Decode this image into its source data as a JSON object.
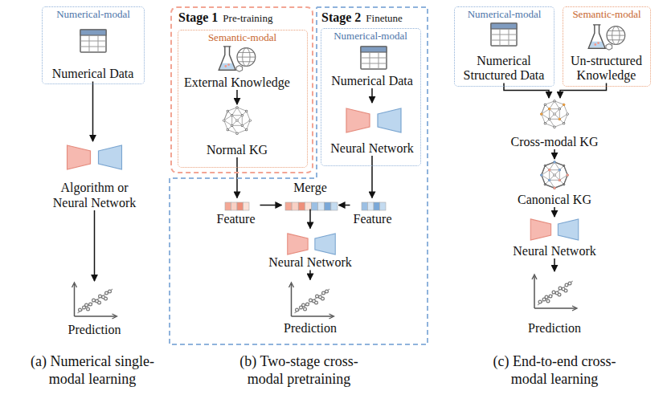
{
  "diagram": {
    "nodes": [
      {
        "text": [
          "Numerical-modal"
        ]
      },
      {
        "text": [
          "Numerical Data"
        ],
        "in": 0
      },
      {
        "text": [
          "Algorithm or Neural Network"
        ]
      },
      {
        "text": [
          "Prediction"
        ]
      },
      {
        "text": [
          "Stage 1",
          "Pre-training"
        ]
      },
      {
        "text": [
          "Semantic-modal"
        ],
        "in": 4
      },
      {
        "text": [
          "External Knowledge"
        ],
        "in": 5
      },
      {
        "text": [
          "Normal KG"
        ],
        "in": 5
      },
      {
        "text": [
          "Stage 2",
          "Finetune"
        ]
      },
      {
        "text": [
          "Numerical-modal"
        ],
        "in": 8
      },
      {
        "text": [
          "Numerical Data"
        ],
        "in": 9
      },
      {
        "text": [
          "Neural Network"
        ],
        "in": 9
      },
      {
        "text": [
          "Feature"
        ],
        "in": 8
      },
      {
        "text": [
          "Merge"
        ],
        "in": 8
      },
      {
        "text": [
          "Feature"
        ],
        "in": 8
      },
      {
        "text": [
          "Neural Network"
        ],
        "in": 8
      },
      {
        "text": [
          "Prediction"
        ],
        "in": 8
      },
      {
        "text": [
          "Numerical-modal"
        ]
      },
      {
        "text": [
          "Numerical Structured Data"
        ],
        "in": 17
      },
      {
        "text": [
          "Semantic-modal"
        ]
      },
      {
        "text": [
          "Un-structured Knowledge"
        ],
        "in": 19
      },
      {
        "text": [
          "Cross-modal KG"
        ]
      },
      {
        "text": [
          "Canonical KG"
        ]
      },
      {
        "text": [
          "Neural Network"
        ]
      },
      {
        "text": [
          "Prediction"
        ]
      }
    ],
    "edges": [
      {
        "from": 1,
        "to": 2,
        "arrow": "to"
      },
      {
        "from": 2,
        "to": 3,
        "arrow": "to"
      },
      {
        "from": 6,
        "to": 7,
        "arrow": "to"
      },
      {
        "from": 7,
        "to": 12,
        "arrow": "to"
      },
      {
        "from": 10,
        "to": 11,
        "arrow": "to"
      },
      {
        "from": 11,
        "to": 14,
        "arrow": "to"
      },
      {
        "from": 12,
        "to": 13,
        "arrow": "to"
      },
      {
        "from": 14,
        "to": 13,
        "arrow": "to"
      },
      {
        "from": 13,
        "to": 15,
        "arrow": "to"
      },
      {
        "from": 15,
        "to": 16,
        "arrow": "to"
      },
      {
        "from": 18,
        "to": 21,
        "arrow": "to"
      },
      {
        "from": 20,
        "to": 21,
        "arrow": "to"
      },
      {
        "from": 21,
        "to": 22,
        "arrow": "to"
      },
      {
        "from": 22,
        "to": 23,
        "arrow": "to"
      },
      {
        "from": 23,
        "to": 24,
        "arrow": "to"
      }
    ],
    "labels": [
      "(a) Numerical single-modal learning",
      "(b) Two-stage cross-modal pretraining",
      "(c) End-to-end cross-modal learning"
    ]
  }
}
